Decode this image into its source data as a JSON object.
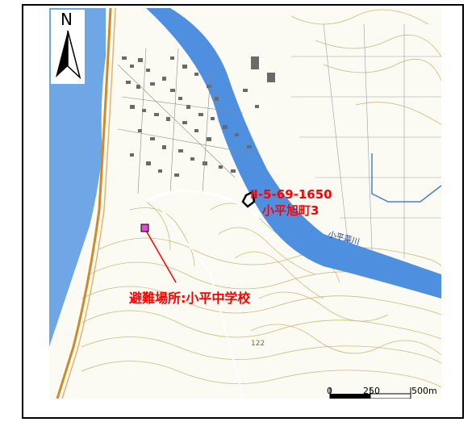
{
  "map": {
    "north_label": "N",
    "site_id": "Ⅱ-5-69-1650",
    "site_place": "小平旭町3",
    "shelter": "避難場所:小平中学校",
    "river_label": "小平蘂川",
    "elevation_label": "122",
    "scale": {
      "zero": "0",
      "mid": "250",
      "end": "500m"
    },
    "colors": {
      "sea": "#6fa6e6",
      "river": "#4f8fe0",
      "label": "#ff0000",
      "shelter_marker": "#e04bd0",
      "contour": "#c9b56a",
      "road": "#d08a2a",
      "boundary": "#4a7fd0"
    },
    "icons": [
      "north-arrow-icon",
      "site-marker-icon",
      "shelter-marker-icon"
    ]
  }
}
